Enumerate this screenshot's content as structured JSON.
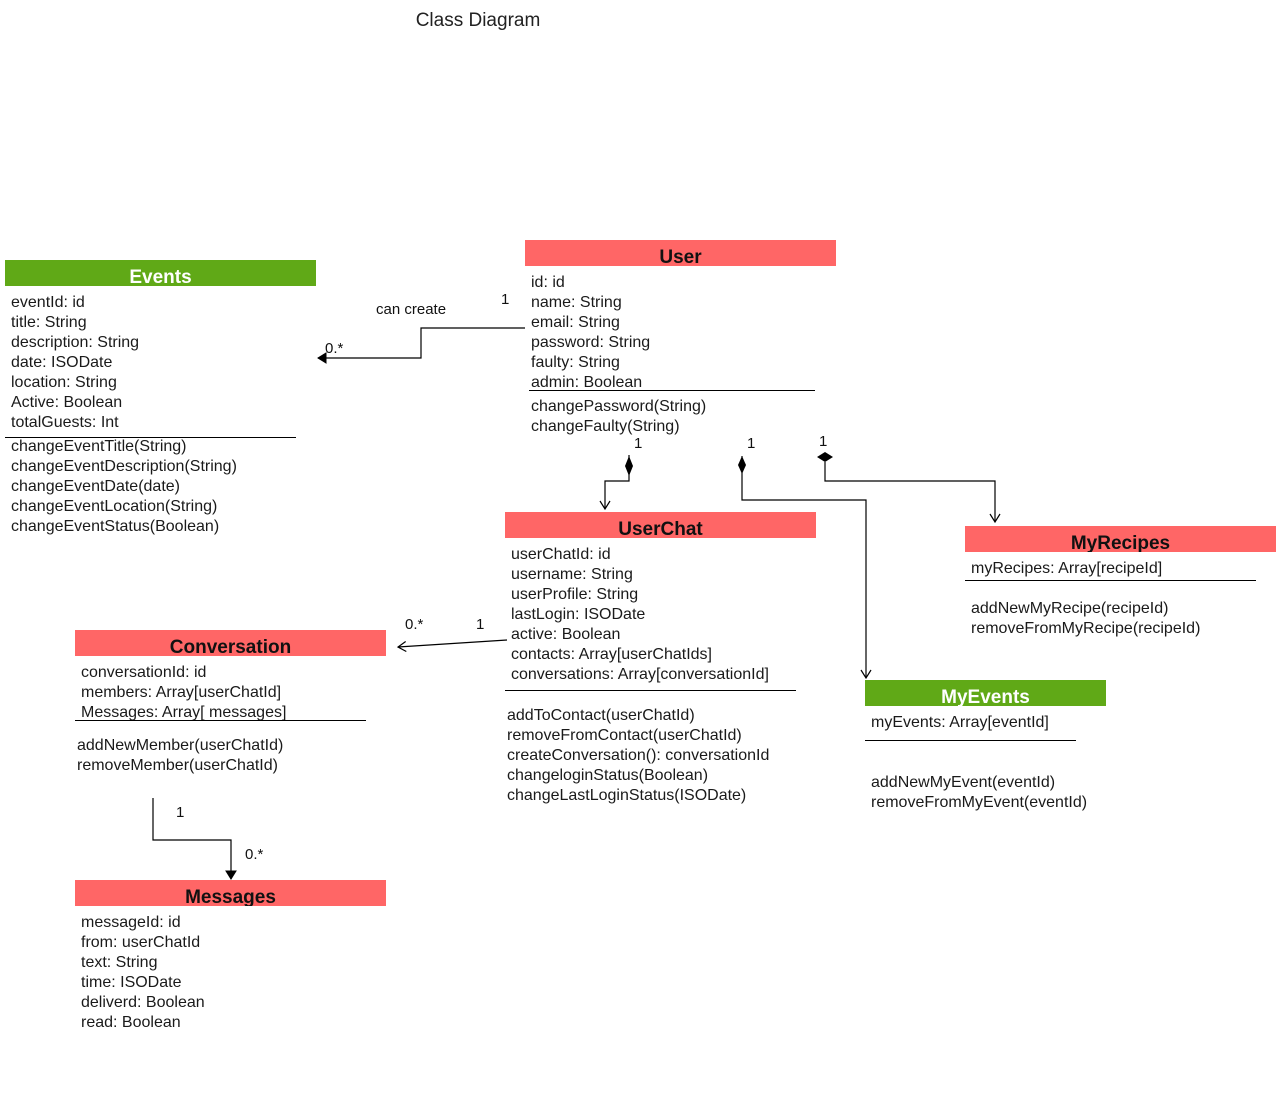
{
  "title": "Class Diagram",
  "classes": {
    "user": {
      "name": "User",
      "attributes": [
        "id: id",
        "name: String",
        "email: String",
        "password: String",
        "faulty: String",
        "admin: Boolean"
      ],
      "methods": [
        "changePassword(String)",
        "changeFaulty(String)"
      ]
    },
    "events": {
      "name": "Events",
      "attributes": [
        "eventId: id",
        "title: String",
        "description: String",
        "date: ISODate",
        "location: String",
        "Active: Boolean",
        "totalGuests: Int"
      ],
      "methods": [
        "changeEventTitle(String)",
        "changeEventDescription(String)",
        "changeEventDate(date)",
        "changeEventLocation(String)",
        "changeEventStatus(Boolean)"
      ]
    },
    "userchat": {
      "name": "UserChat",
      "attributes": [
        "userChatId: id",
        "username: String",
        "userProfile: String",
        "lastLogin: ISODate",
        "active: Boolean",
        "contacts: Array[userChatIds]",
        "conversations: Array[conversationId]"
      ],
      "methods": [
        "addToContact(userChatId)",
        "removeFromContact(userChatId)",
        "createConversation(): conversationId",
        "changeloginStatus(Boolean)",
        "changeLastLoginStatus(ISODate)"
      ]
    },
    "myrecipes": {
      "name": "MyRecipes",
      "attributes": [
        "myRecipes: Array[recipeId]"
      ],
      "methods": [
        "addNewMyRecipe(recipeId)",
        "removeFromMyRecipe(recipeId)"
      ]
    },
    "myevents": {
      "name": "MyEvents",
      "attributes": [
        "myEvents: Array[eventId]"
      ],
      "methods": [
        "addNewMyEvent(eventId)",
        "removeFromMyEvent(eventId)"
      ]
    },
    "conversation": {
      "name": "Conversation",
      "attributes": [
        "conversationId: id",
        "members: Array[userChatId]",
        "Messages: Array[ messages]"
      ],
      "methods": [
        "addNewMember(userChatId)",
        "removeMember(userChatId)"
      ]
    },
    "messages": {
      "name": "Messages",
      "attributes": [
        "messageId: id",
        "from: userChatId",
        "text: String",
        "time: ISODate",
        "deliverd: Boolean",
        "read: Boolean"
      ]
    }
  },
  "edge_labels": {
    "can_create": "can create",
    "user_events_one": "1",
    "user_events_many": "0.*",
    "user_userchat_one": "1",
    "user_myevents_one": "1",
    "user_myrecipes_one": "1",
    "userchat_conv_many": "0.*",
    "userchat_conv_one": "1",
    "conv_msg_one": "1",
    "conv_msg_many": "0.*"
  },
  "colors": {
    "red_header": "#ff6666",
    "green_header": "#60a917"
  }
}
